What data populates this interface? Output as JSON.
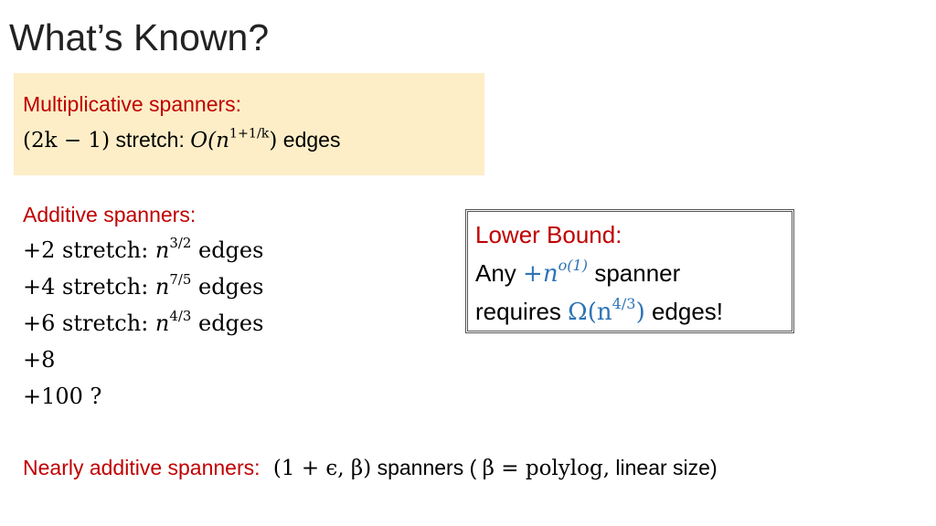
{
  "slide": {
    "title": "What’s Known?",
    "multiplicative": {
      "heading": "Multiplicative spanners:",
      "stretch_expr": "(2k − 1)",
      "stretch_word": "stretch:",
      "bound_expr_base": "O(n",
      "bound_expr_exp": "1+1/k",
      "bound_expr_close": ")",
      "edges_word": "edges"
    },
    "additive": {
      "heading": "Additive spanners:",
      "rows": [
        {
          "stretch": "+2 stretch:",
          "base": "n",
          "exp": "3/2",
          "edges": "edges"
        },
        {
          "stretch": "+4 stretch:",
          "base": "n",
          "exp": "7/5",
          "edges": "edges"
        },
        {
          "stretch": "+6 stretch:",
          "base": "n",
          "exp": "4/3",
          "edges": "edges"
        }
      ],
      "plus8": "+8",
      "plus100": "+100 ?"
    },
    "lower_bound": {
      "heading": "Lower Bound:",
      "any_word": "Any",
      "expr_base": "+n",
      "expr_exp": "o(1)",
      "spanner_word": "spanner",
      "requires_word": "requires",
      "omega_base": "Ω(n",
      "omega_exp": "4/3",
      "omega_close": ")",
      "edges_word": "edges!"
    },
    "nearly_additive": {
      "heading": "Nearly additive spanners:",
      "expr": "(1 + ϵ, β)",
      "spanners_word": "spanners (",
      "beta_expr": "β = polylog,",
      "tail": "linear size)"
    },
    "colors": {
      "heading_red": "#c00000",
      "box_fill": "#fdeec8",
      "math_blue": "#2e74b5"
    }
  }
}
